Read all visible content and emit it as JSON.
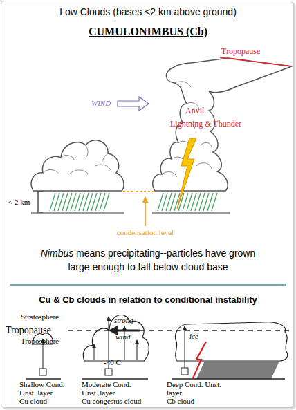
{
  "diagram": {
    "title": "Low Clouds (bases <2 km above ground)",
    "labels": [
      "CUMULONIMBUS (Cb)",
      "Tropopause",
      "WIND",
      "Anvil",
      "Lightning & Thunder",
      "< 2 km",
      "condensation level",
      "Nimbus means precipitating--particles have grown large enough to fall below cloud base",
      "Cu & Cb clouds in relation to conditional instability",
      "Stratosphere",
      "Tropopause",
      "Troposphere",
      "strong",
      "wind",
      "ice",
      "-40 C",
      "Shallow Cond. Unst. layer Cu cloud",
      "Moderate Cond. Unst. layer Cu congestus cloud",
      "Deep Cond. Unst. layer Cb cloud"
    ]
  }
}
